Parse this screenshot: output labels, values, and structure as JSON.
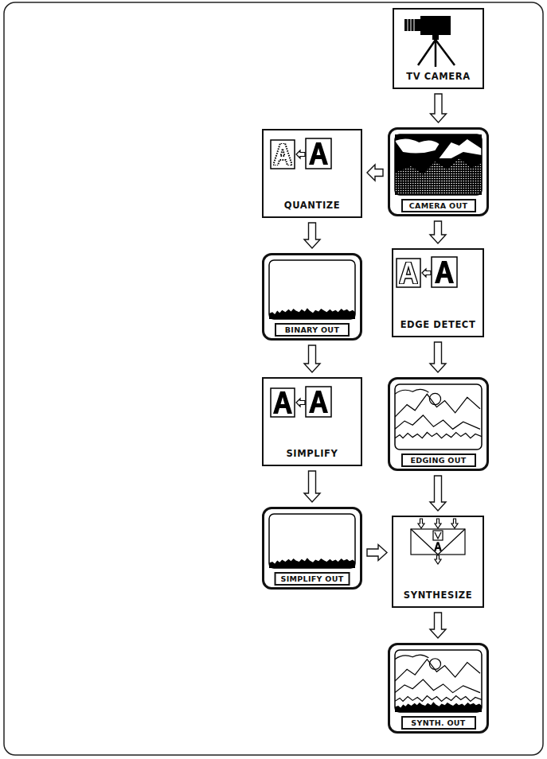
{
  "diagram": {
    "nodes": [
      {
        "text": [
          "TV CAMERA"
        ]
      },
      {
        "text": [
          "QUANTIZE"
        ]
      },
      {
        "text": [
          "CAMERA OUT"
        ]
      },
      {
        "text": [
          "EDGE DETECT"
        ]
      },
      {
        "text": [
          "BINARY OUT"
        ]
      },
      {
        "text": [
          "SIMPLIFY"
        ]
      },
      {
        "text": [
          "EDGING OUT"
        ]
      },
      {
        "text": [
          "SIMPLIFY OUT"
        ]
      },
      {
        "text": [
          "SYNTHESIZE"
        ]
      },
      {
        "text": [
          "SYNTH. OUT"
        ]
      }
    ],
    "edges": [
      {
        "from": 0,
        "to": 2,
        "arrow": "to"
      },
      {
        "from": 2,
        "to": 1,
        "arrow": "to"
      },
      {
        "from": 2,
        "to": 3,
        "arrow": "to"
      },
      {
        "from": 1,
        "to": 4,
        "arrow": "to"
      },
      {
        "from": 4,
        "to": 5,
        "arrow": "to"
      },
      {
        "from": 5,
        "to": 7,
        "arrow": "to"
      },
      {
        "from": 3,
        "to": 6,
        "arrow": "to"
      },
      {
        "from": 6,
        "to": 8,
        "arrow": "to"
      },
      {
        "from": 7,
        "to": 8,
        "arrow": "to"
      },
      {
        "from": 8,
        "to": 9,
        "arrow": "to"
      }
    ]
  }
}
